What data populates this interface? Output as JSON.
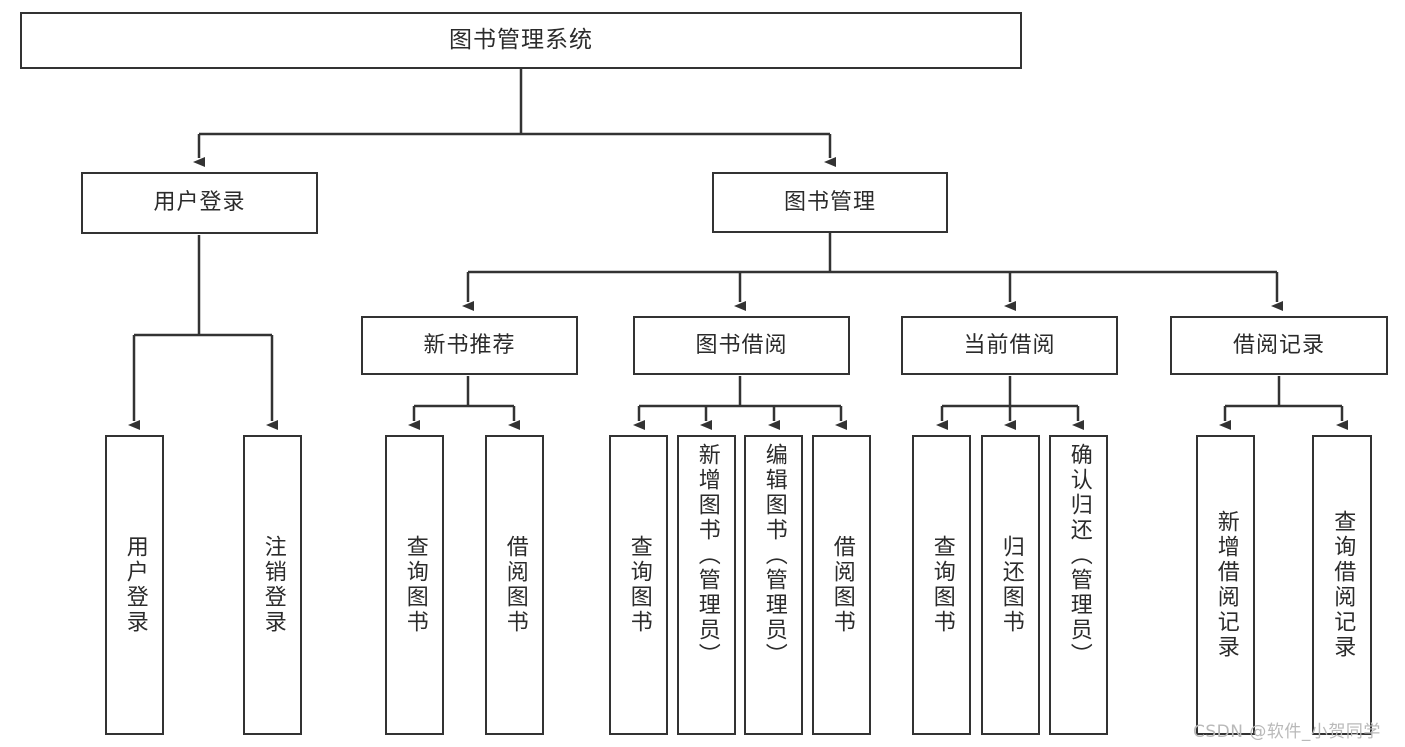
{
  "diagram": {
    "title": "图书管理系统",
    "background_color": "#ffffff",
    "line_color": "#333333",
    "text_color": "#2b2b2b",
    "root": {
      "label": "图书管理系统"
    },
    "level2": [
      {
        "label": "用户登录"
      },
      {
        "label": "图书管理"
      }
    ],
    "level3": [
      {
        "label": "新书推荐"
      },
      {
        "label": "图书借阅"
      },
      {
        "label": "当前借阅"
      },
      {
        "label": "借阅记录"
      }
    ],
    "leaves": {
      "user_login": [
        {
          "label": "用户登录"
        },
        {
          "label": "注销登录"
        }
      ],
      "new_book_recommend": [
        {
          "label": "查询图书"
        },
        {
          "label": "借阅图书"
        }
      ],
      "book_borrow": [
        {
          "label": "查询图书"
        },
        {
          "label": "新增图书（管理员）"
        },
        {
          "label": "编辑图书（管理员）"
        },
        {
          "label": "借阅图书"
        }
      ],
      "current_borrow": [
        {
          "label": "查询图书"
        },
        {
          "label": "归还图书"
        },
        {
          "label": "确认归还（管理员）"
        }
      ],
      "borrow_record": [
        {
          "label": "新增借阅记录"
        },
        {
          "label": "查询借阅记录"
        }
      ]
    }
  },
  "watermark": {
    "text": "CSDN @软件_小贺同学"
  }
}
